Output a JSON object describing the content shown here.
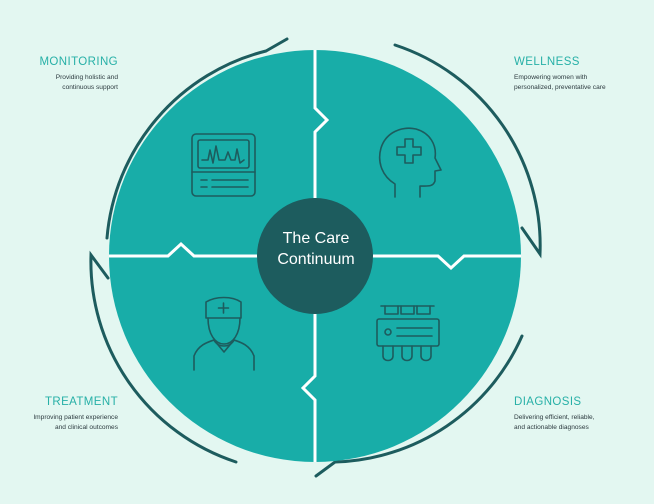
{
  "center": {
    "line1": "The Care",
    "line2": "Continuum"
  },
  "segments": [
    {
      "id": "monitoring",
      "title": "MONITORING",
      "desc_line1": "Providing holistic and",
      "desc_line2": "continuous support",
      "icon": "monitor-icon"
    },
    {
      "id": "wellness",
      "title": "WELLNESS",
      "desc_line1": "Empowering women with",
      "desc_line2": "personalized, preventative care",
      "icon": "head-health-icon"
    },
    {
      "id": "treatment",
      "title": "TREATMENT",
      "desc_line1": "Improving patient experience",
      "desc_line2": "and clinical outcomes",
      "icon": "nurse-icon"
    },
    {
      "id": "diagnosis",
      "title": "DIAGNOSIS",
      "desc_line1": "Delivering efficient, reliable,",
      "desc_line2": "and actionable diagnoses",
      "icon": "test-tubes-icon"
    }
  ],
  "colors": {
    "background": "#e3f7f1",
    "circle": "#18ada8",
    "center": "#1d5c5e",
    "stroke": "#1d5c5e",
    "title": "#27b0a7",
    "divider": "#ffffff"
  }
}
